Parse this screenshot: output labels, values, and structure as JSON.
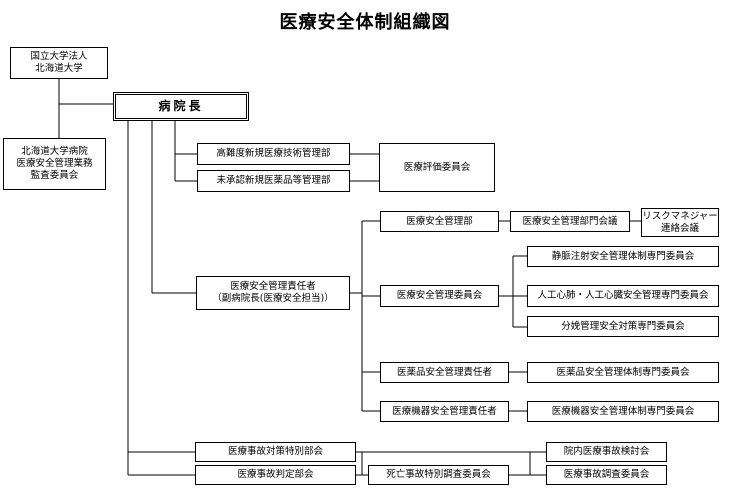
{
  "title": "医療安全体制組織図",
  "boxes": {
    "corporation": "国立大学法人\n北海道大学",
    "director": "病院長",
    "audit_committee": "北海道大学病院\n医療安全管理業務\n監査委員会",
    "advanced_tech_dept": "高難度新規医療技術管理部",
    "unapproved_drugs_dept": "未承認新規医薬品等管理部",
    "evaluation_committee": "医療評価委員会",
    "safety_officer": "医療安全管理責任者\n（副病院長(医療安全担当)）",
    "safety_dept": "医療安全管理部",
    "safety_dept_meeting": "医療安全管理部門会議",
    "risk_manager_meeting": "リスクマネジャー\n連絡会議",
    "safety_committee": "医療安全管理委員会",
    "iv_injection_committee": "静脈注射安全管理体制専門委員会",
    "artificial_organs_committee": "人工心肺・人工心臓安全管理専門委員会",
    "delivery_committee": "分娩管理安全対策専門委員会",
    "drug_safety_officer": "医薬品安全管理責任者",
    "drug_safety_committee": "医薬品安全管理体制専門委員会",
    "device_safety_officer": "医療機器安全管理責任者",
    "device_safety_committee": "医療機器安全管理体制専門委員会",
    "accident_special_committee": "医療事故対策特別部会",
    "accident_judgment_committee": "医療事故判定部会",
    "death_investigation_committee": "死亡事故特別調査委員会",
    "inhospital_review_committee": "院内医療事故検討会",
    "investigation_committee": "医療事故調査委員会"
  }
}
